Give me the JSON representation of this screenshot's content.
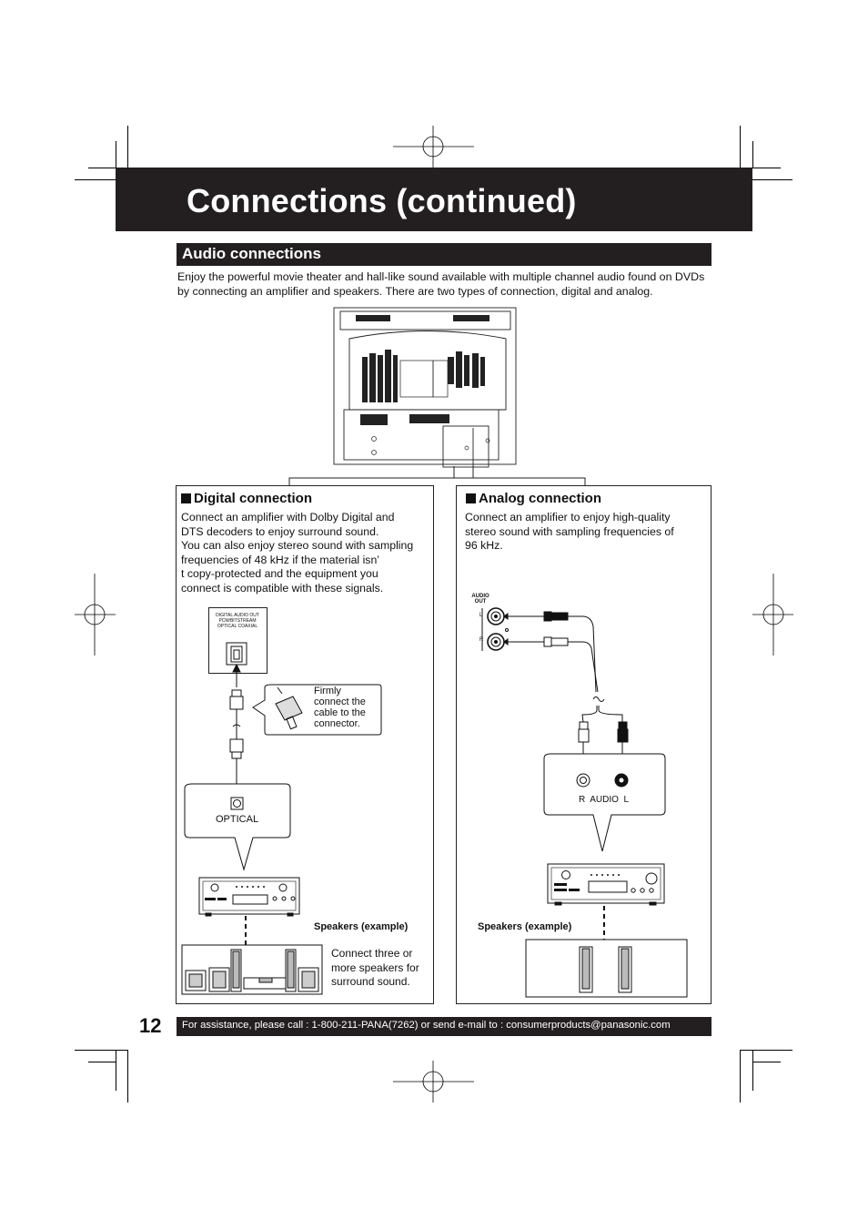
{
  "page": {
    "title": "Connections (continued)",
    "page_number": "12"
  },
  "section": {
    "heading": "Audio connections",
    "intro": "Enjoy the powerful movie theater and hall-like sound available with multiple channel audio found on DVDs by connecting an amplifier and speakers. There are two types of connection, digital and analog."
  },
  "digital": {
    "heading": "Digital connection",
    "text_lines": [
      "Connect an amplifier with Dolby Digital and",
      "DTS decoders to enjoy surround sound.",
      "You can also enjoy stereo sound with sampling",
      "frequencies of 48 kHz if the material isn’",
      "t copy-protected and the equipment you",
      "connect is compatible with these signals."
    ],
    "jack_label_lines": [
      "DIGITAL AUDIO OUT",
      "PCM/BITSTREAM",
      "OPTICAL COAXIAL"
    ],
    "callout_lines": [
      "Firmly",
      "connect the",
      "cable to the",
      "connector."
    ],
    "optical_label": "OPTICAL",
    "speakers_label": "Speakers (example)",
    "speakers_note_lines": [
      "Connect three or",
      "more speakers for",
      "surround sound."
    ]
  },
  "analog": {
    "heading": "Analog connection",
    "text_lines": [
      "Connect an amplifier to enjoy high-quality",
      "stereo sound with sampling frequencies of",
      "96 kHz."
    ],
    "audio_out_lines": [
      "AUDIO",
      "OUT"
    ],
    "l_label": "L",
    "r_label": "R",
    "amp_input_label": "R  AUDIO  L",
    "speakers_label": "Speakers (example)"
  },
  "footer": {
    "text": "For assistance, please call : 1-800-211-PANA(7262) or send e-mail to : consumerproducts@panasonic.com"
  }
}
